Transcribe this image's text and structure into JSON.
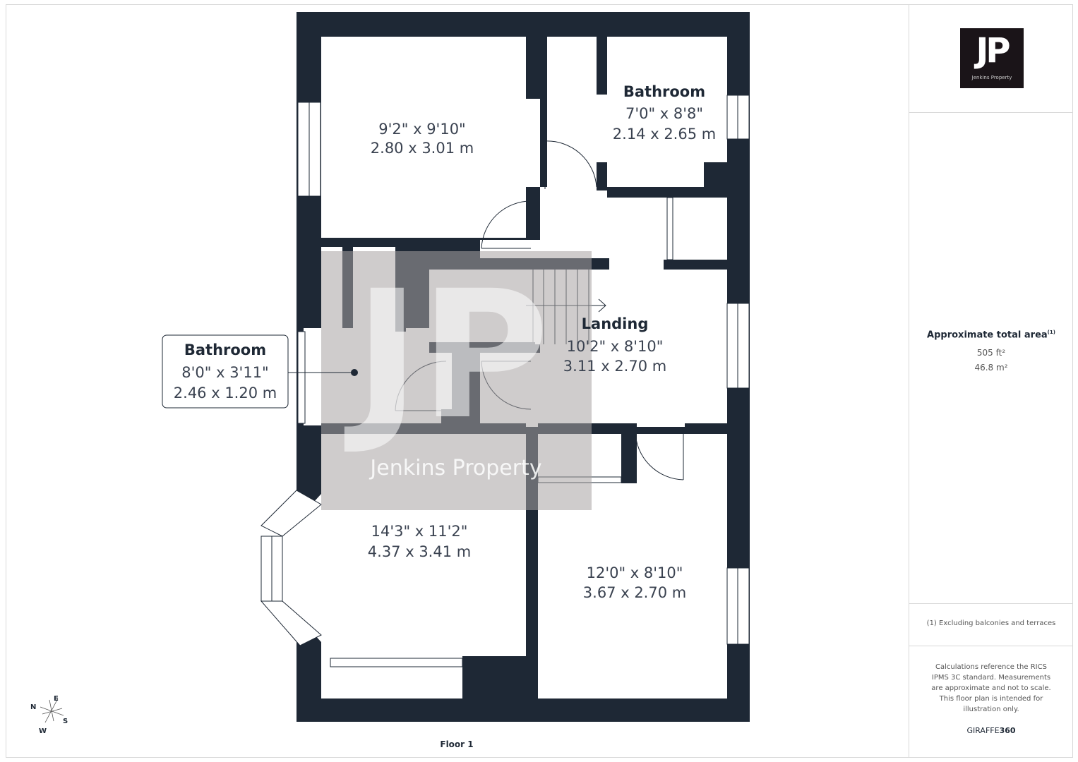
{
  "floor_label": "Floor 1",
  "rooms": [
    {
      "name": "",
      "imperial": "9'2\" x 9'10\"",
      "metric": "2.80 x 3.01 m"
    },
    {
      "name": "Bathroom",
      "imperial": "7'0\" x 8'8\"",
      "metric": "2.14 x 2.65 m"
    },
    {
      "name": "Landing",
      "imperial": "10'2\" x 8'10\"",
      "metric": "3.11 x 2.70 m"
    },
    {
      "name": "Bathroom",
      "imperial": "8'0\" x 3'11\"",
      "metric": "2.46 x 1.20 m"
    },
    {
      "name": "",
      "imperial": "14'3\" x 11'2\"",
      "metric": "4.37 x 3.41 m"
    },
    {
      "name": "",
      "imperial": "12'0\" x 8'10\"",
      "metric": "3.67 x 2.70 m"
    }
  ],
  "watermark": {
    "letters": "JP",
    "text": "Jenkins Property"
  },
  "compass": {
    "n": "N",
    "e": "E",
    "s": "S",
    "w": "W"
  },
  "sidebar": {
    "logo_letters": "JP",
    "logo_text": "Jenkins Property",
    "area_title": "Approximate total area",
    "area_note_marker": "(1)",
    "area_ft": "505 ft²",
    "area_m": "46.8 m²",
    "footnote": "(1) Excluding balconies and terraces",
    "disclaimer": "Calculations reference the RICS IPMS 3C standard. Measurements are approximate and not to scale. This floor plan is intended for illustration only.",
    "brand_a": "GIRAFFE",
    "brand_b": "360"
  },
  "colors": {
    "wall": "#1e2835",
    "watermark": "#a8a2a2",
    "text": "#3a4250"
  }
}
